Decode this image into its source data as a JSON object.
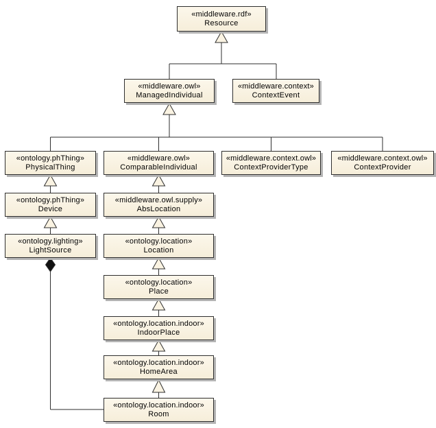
{
  "colors": {
    "background": "#ffffff",
    "box_fill_top": "#fcf7eb",
    "box_fill_bottom": "#f6eeda",
    "box_border": "#2e2e2e",
    "box_shadow": "#b4b4b4",
    "line": "#2e2e2e",
    "arrowhead_fill": "#faf3e2",
    "composition_diamond_fill": "#111111",
    "text": "#000000"
  },
  "nodes": [
    {
      "stereotype": "«middleware.rdf»",
      "name": "Resource"
    },
    {
      "stereotype": "«middleware.owl»",
      "name": "ManagedIndividual"
    },
    {
      "stereotype": "«middleware.context»",
      "name": "ContextEvent"
    },
    {
      "stereotype": "«ontology.phThing»",
      "name": "PhysicalThing"
    },
    {
      "stereotype": "«middleware.owl»",
      "name": "ComparableIndividual"
    },
    {
      "stereotype": "«middleware.context.owl»",
      "name": "ContextProviderType"
    },
    {
      "stereotype": "«middleware.context.owl»",
      "name": "ContextProvider"
    },
    {
      "stereotype": "«ontology.phThing»",
      "name": "Device"
    },
    {
      "stereotype": "«middleware.owl.supply»",
      "name": "AbsLocation"
    },
    {
      "stereotype": "«ontology.lighting»",
      "name": "LightSource"
    },
    {
      "stereotype": "«ontology.location»",
      "name": "Location"
    },
    {
      "stereotype": "«ontology.location»",
      "name": "Place"
    },
    {
      "stereotype": "«ontology.location.indoor»",
      "name": "IndoorPlace"
    },
    {
      "stereotype": "«ontology.location.indoor»",
      "name": "HomeArea"
    },
    {
      "stereotype": "«ontology.location.indoor»",
      "name": "Room"
    }
  ],
  "edges": [
    {
      "type": "generalization",
      "from": "ManagedIndividual",
      "to": "Resource"
    },
    {
      "type": "generalization",
      "from": "ContextEvent",
      "to": "Resource"
    },
    {
      "type": "generalization",
      "from": "PhysicalThing",
      "to": "ManagedIndividual"
    },
    {
      "type": "generalization",
      "from": "ComparableIndividual",
      "to": "ManagedIndividual"
    },
    {
      "type": "generalization",
      "from": "ContextProviderType",
      "to": "ManagedIndividual"
    },
    {
      "type": "generalization",
      "from": "ContextProvider",
      "to": "ManagedIndividual"
    },
    {
      "type": "generalization",
      "from": "Device",
      "to": "PhysicalThing"
    },
    {
      "type": "generalization",
      "from": "LightSource",
      "to": "Device"
    },
    {
      "type": "generalization",
      "from": "AbsLocation",
      "to": "ComparableIndividual"
    },
    {
      "type": "generalization",
      "from": "Location",
      "to": "AbsLocation"
    },
    {
      "type": "generalization",
      "from": "Place",
      "to": "Location"
    },
    {
      "type": "generalization",
      "from": "IndoorPlace",
      "to": "Place"
    },
    {
      "type": "generalization",
      "from": "HomeArea",
      "to": "IndoorPlace"
    },
    {
      "type": "generalization",
      "from": "Room",
      "to": "HomeArea"
    },
    {
      "type": "composition",
      "from": "Room",
      "to": "LightSource"
    }
  ]
}
